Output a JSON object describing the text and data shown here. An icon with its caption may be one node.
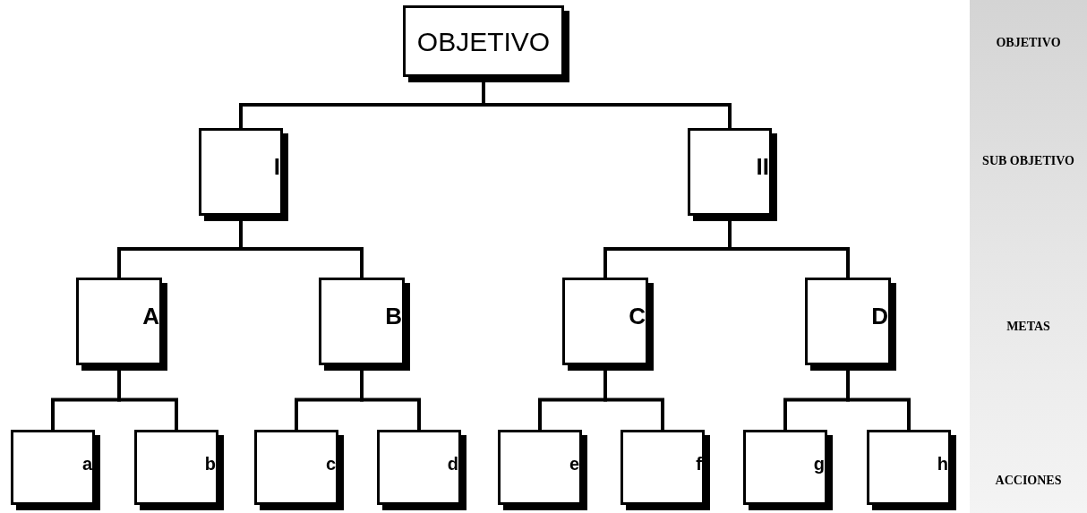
{
  "diagram": {
    "nodes": [
      {
        "text": [
          "OBJETIVO"
        ]
      },
      {
        "text": [
          "I"
        ]
      },
      {
        "text": [
          "II"
        ]
      },
      {
        "text": [
          "A"
        ]
      },
      {
        "text": [
          "B"
        ]
      },
      {
        "text": [
          "C"
        ]
      },
      {
        "text": [
          "D"
        ]
      },
      {
        "text": [
          "a"
        ]
      },
      {
        "text": [
          "b"
        ]
      },
      {
        "text": [
          "c"
        ]
      },
      {
        "text": [
          "d"
        ]
      },
      {
        "text": [
          "e"
        ]
      },
      {
        "text": [
          "f"
        ]
      },
      {
        "text": [
          "g"
        ]
      },
      {
        "text": [
          "h"
        ]
      }
    ],
    "edges": [
      {
        "from": 0,
        "to": 1,
        "arrow": "none"
      },
      {
        "from": 0,
        "to": 2,
        "arrow": "none"
      },
      {
        "from": 1,
        "to": 3,
        "arrow": "none"
      },
      {
        "from": 1,
        "to": 4,
        "arrow": "none"
      },
      {
        "from": 2,
        "to": 5,
        "arrow": "none"
      },
      {
        "from": 2,
        "to": 6,
        "arrow": "none"
      },
      {
        "from": 3,
        "to": 7,
        "arrow": "none"
      },
      {
        "from": 3,
        "to": 8,
        "arrow": "none"
      },
      {
        "from": 4,
        "to": 9,
        "arrow": "none"
      },
      {
        "from": 4,
        "to": 10,
        "arrow": "none"
      },
      {
        "from": 5,
        "to": 11,
        "arrow": "none"
      },
      {
        "from": 5,
        "to": 12,
        "arrow": "none"
      },
      {
        "from": 6,
        "to": 13,
        "arrow": "none"
      },
      {
        "from": 6,
        "to": 14,
        "arrow": "none"
      }
    ],
    "labels": [
      "OBJETIVO",
      "SUB OBJETIVO",
      "METAS",
      "ACCIONES"
    ]
  }
}
